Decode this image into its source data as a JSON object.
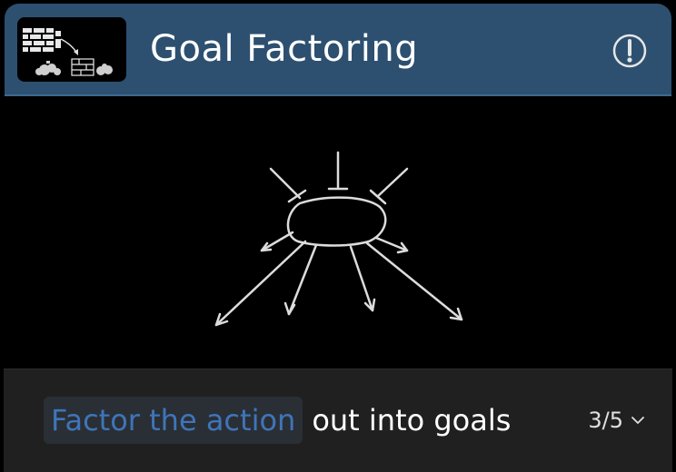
{
  "header": {
    "title": "Goal Factoring",
    "info_icon": "exclamation-circle-icon",
    "thumbnail_icon": "wall-and-rubble-icon"
  },
  "footer": {
    "highlight_text": "Factor the action",
    "rest_text": "out into goals",
    "pager_text": "3/5",
    "pager_icon": "chevron-down-icon"
  },
  "colors": {
    "header_bg": "#2d5070",
    "highlight_text": "#3f75b8",
    "footer_bg": "#202020"
  }
}
